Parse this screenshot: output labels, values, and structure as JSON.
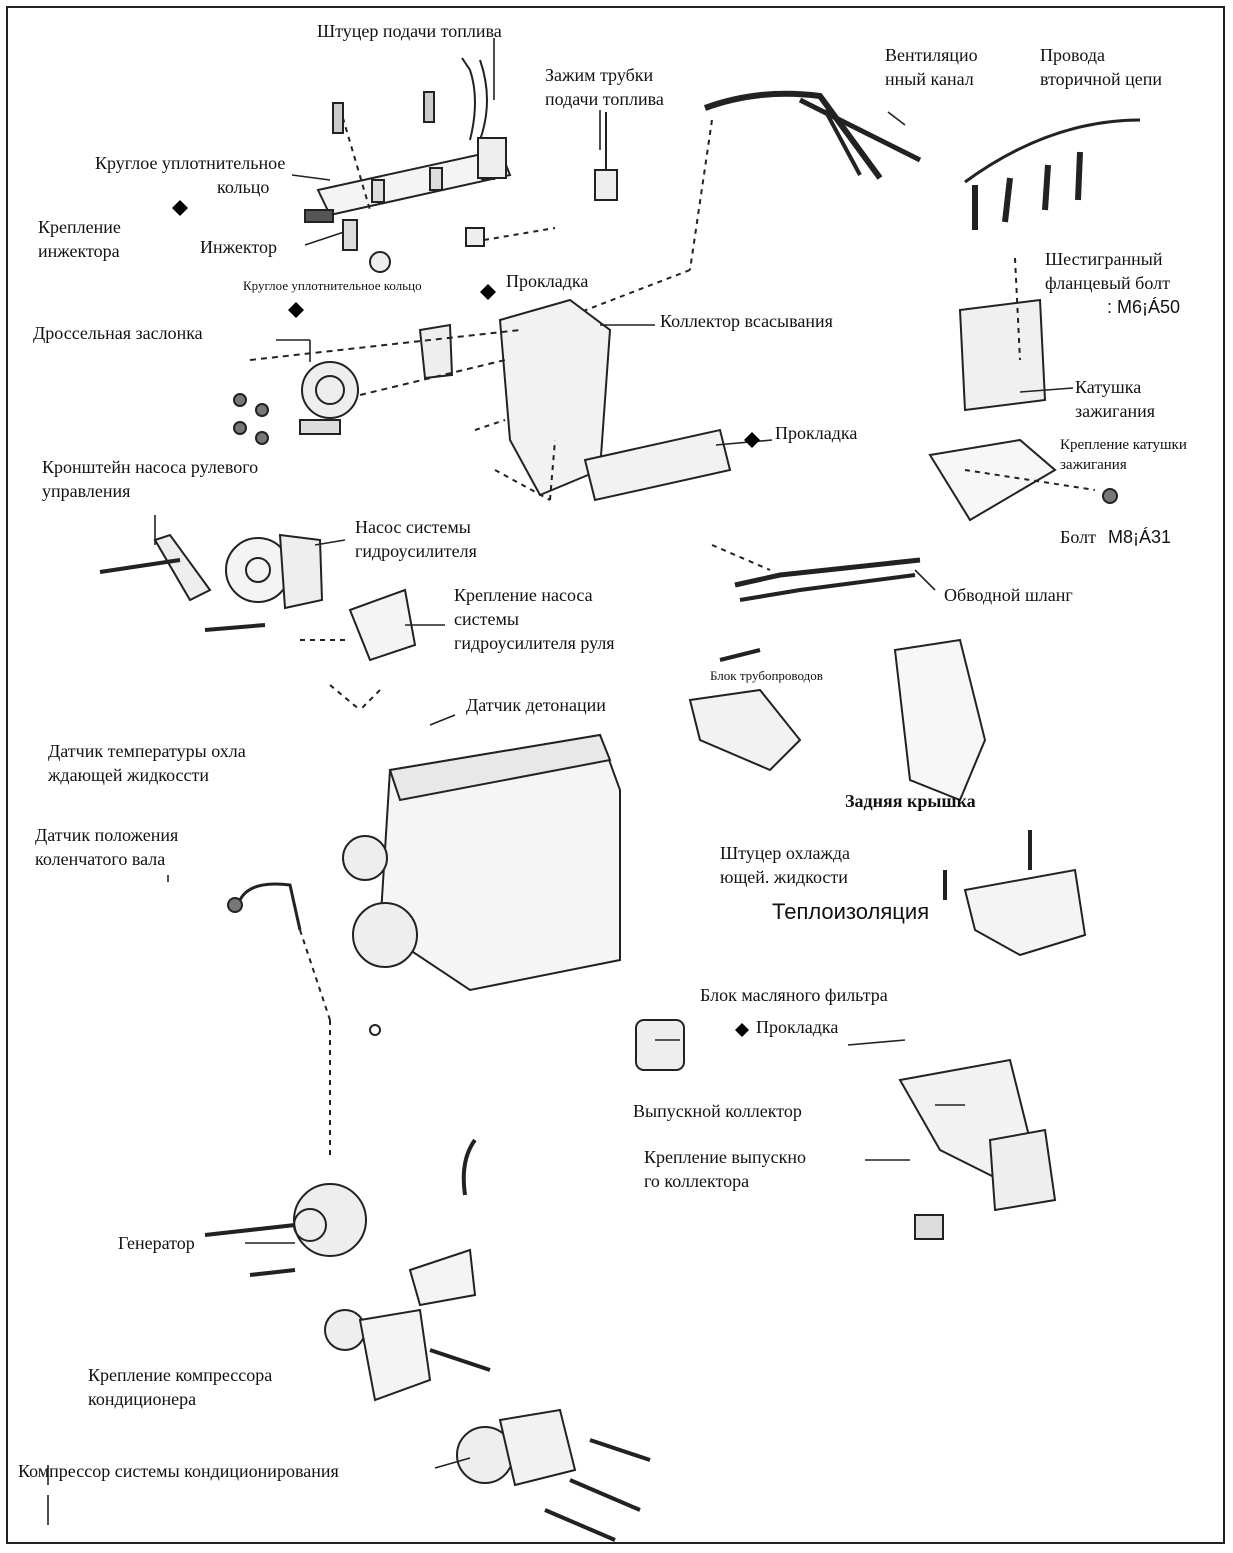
{
  "labels": {
    "fuel_inlet": "Штуцер подачи топлива",
    "fuel_clamp_1": "Зажим трубки",
    "fuel_clamp_2": "подачи топлива",
    "vent_1": "Вентиляцио",
    "vent_2": "нный канал",
    "hv_wires_1": "Провода",
    "hv_wires_2": "вторичной цепи",
    "oring_top_1": "Круглое уплотнительное",
    "oring_top_2": "кольцо",
    "inj_mount_1": "Крепление",
    "inj_mount_2": "инжектора",
    "injector": "Инжектор",
    "oring_bottom": "Круглое уплотнительное кольцо",
    "gasket_1": "Прокладка",
    "hex_bolt_1": "Шестигранный",
    "hex_bolt_2": "фланцевый болт",
    "hex_bolt_spec": ": M6¡Á50",
    "throttle": "Дроссельная заслонка",
    "intake_manifold": "Коллектор всасывания",
    "coil_1": "Катушка",
    "coil_2": "зажигания",
    "gasket_2": "Прокладка",
    "coil_mount_1": "Крепление катушки",
    "coil_mount_2": "зажигания",
    "ps_bracket_1": "Кронштейн насоса рулевого",
    "ps_bracket_2": "управления",
    "ps_pump_1": "Насос  системы",
    "ps_pump_2": "гидроусилителя",
    "bolt": "Болт",
    "bolt_spec": "M8¡Á31",
    "bypass_hose": "Обводной шланг",
    "ps_mount_1": "Крепление насоса",
    "ps_mount_2": "системы",
    "ps_mount_3": "гидроусилителя руля",
    "pipe_block": "Блок  трубопроводов",
    "knock_sensor": "Датчик детонации",
    "coolant_temp_1": "Датчик температуры охла",
    "coolant_temp_2": "ждающей жидкосcти",
    "rear_cover": "Задняя крышка",
    "crank_sensor_1": "Датчик положения",
    "crank_sensor_2": "коленчатого вала",
    "coolant_fitting_1": "Штуцер охлажда",
    "coolant_fitting_2": "ющей.  жидкости",
    "heat_shield": "Теплоизоляция",
    "oil_filter": "Блок масляного фильтра",
    "gasket_3": "Прокладка",
    "exhaust_manifold": "Выпускной коллектор",
    "exh_mount_1": "Крепление выпускно",
    "exh_mount_2": "го  коллектора",
    "generator": "Генератор",
    "ac_mount_1": "Крепление компрессора",
    "ac_mount_2": "кондиционера",
    "ac_compressor": "Компрессор системы кондиционирования"
  }
}
